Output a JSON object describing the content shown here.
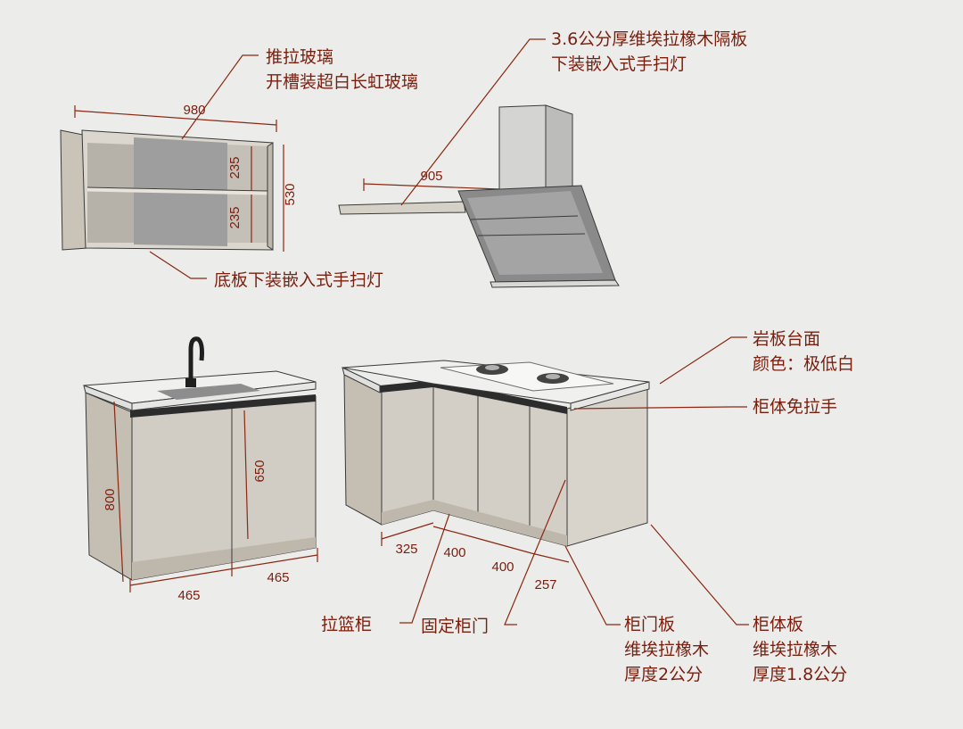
{
  "labels": {
    "sliding_glass": {
      "line1": "推拉玻璃",
      "line2": "开槽装超白长虹玻璃"
    },
    "bottom_light": "底板下装嵌入式手扫灯",
    "shelf": {
      "line1": "3.6公分厚维埃拉橡木隔板",
      "line2": "下装嵌入式手扫灯"
    },
    "countertop": {
      "line1": "岩板台面",
      "line2": "颜色：极低白"
    },
    "handleless": "柜体免拉手",
    "basket": "拉篮柜",
    "fixed_door": "固定柜门",
    "door_panel": {
      "line1": "柜门板",
      "line2": "维埃拉橡木",
      "line3": "厚度2公分"
    },
    "body_panel": {
      "line1": "柜体板",
      "line2": "维埃拉橡木",
      "line3": "厚度1.8公分"
    }
  },
  "dimensions": {
    "wall_width": "980",
    "wall_height": "530",
    "wall_shelf_top": "235",
    "wall_shelf_bottom": "235",
    "shelf_length": "905",
    "sink_height": "800",
    "sink_door_height": "650",
    "sink_width_left": "465",
    "sink_width_right": "465",
    "corner_325": "325",
    "corner_400a": "400",
    "corner_400b": "400",
    "corner_257": "257"
  },
  "colors": {
    "annotation": "#7a1e0e",
    "cabinet": "#d2cdc4",
    "cabinet_side": "#c4beb3",
    "countertop": "#eeeeec",
    "glass": "#9e9e9e",
    "background": "#ececea"
  },
  "icons": [
    "faucet-icon",
    "gas-burner-icon",
    "range-hood-icon"
  ]
}
